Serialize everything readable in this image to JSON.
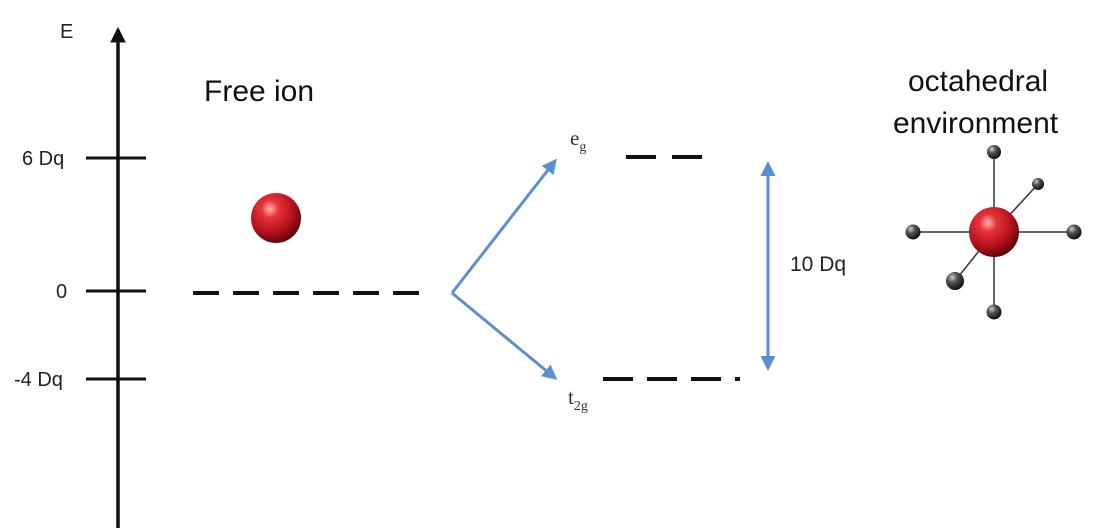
{
  "axis": {
    "label": "E"
  },
  "levels": [
    {
      "label": "6 Dq",
      "value": 6
    },
    {
      "label": "0",
      "value": 0
    },
    {
      "label": "-4 Dq",
      "value": -4
    }
  ],
  "free_ion": {
    "label": "Free ion"
  },
  "orbitals": {
    "eg": {
      "main": "e",
      "sub": "g"
    },
    "t2g": {
      "main": "t",
      "sub": "2g"
    }
  },
  "splitting": {
    "label": "10 Dq"
  },
  "environment": {
    "line1": "octahedral",
    "line2": "environment"
  },
  "colors": {
    "arrow": "#5b8fd1",
    "ion": "#c0141c",
    "ligand": "#2a2a2a",
    "axis": "#111111"
  }
}
